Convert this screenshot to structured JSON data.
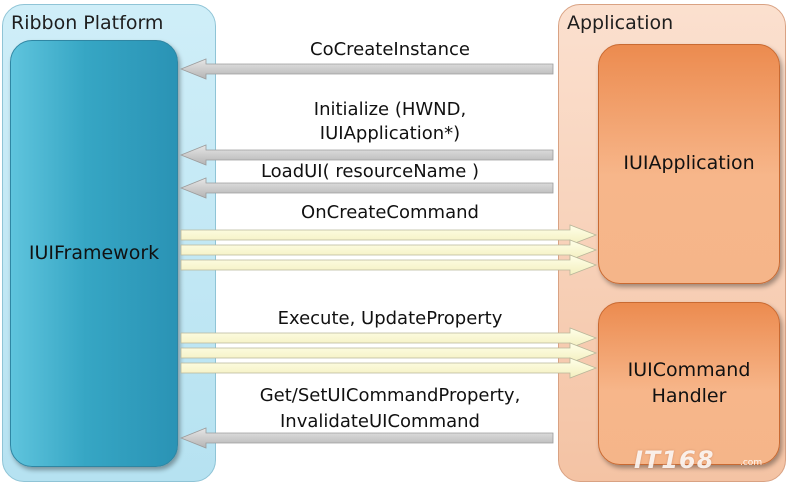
{
  "panels": {
    "ribbon_platform": "Ribbon Platform",
    "application": "Application"
  },
  "boxes": {
    "framework": "IUIFramework",
    "ui_application": "IUIApplication",
    "command_handler_line1": "IUICommand",
    "command_handler_line2": "Handler"
  },
  "calls": {
    "co_create_instance": "CoCreateInstance",
    "initialize_line1": "Initialize (HWND,",
    "initialize_line2": "IUIApplication*)",
    "load_ui": "LoadUI( resourceName )",
    "on_create_command": "OnCreateCommand",
    "execute_update": "Execute, UpdateProperty",
    "get_set_line1": "Get/SetUICommandProperty,",
    "get_set_line2": "InvalidateUICommand"
  },
  "colors": {
    "left_arrow": "#c7c7c7",
    "right_arrow": "#fffbd6",
    "right_arrow_stroke": "#b9b79a"
  },
  "watermark": {
    "logo": "IT168",
    "suffix": ".com"
  }
}
